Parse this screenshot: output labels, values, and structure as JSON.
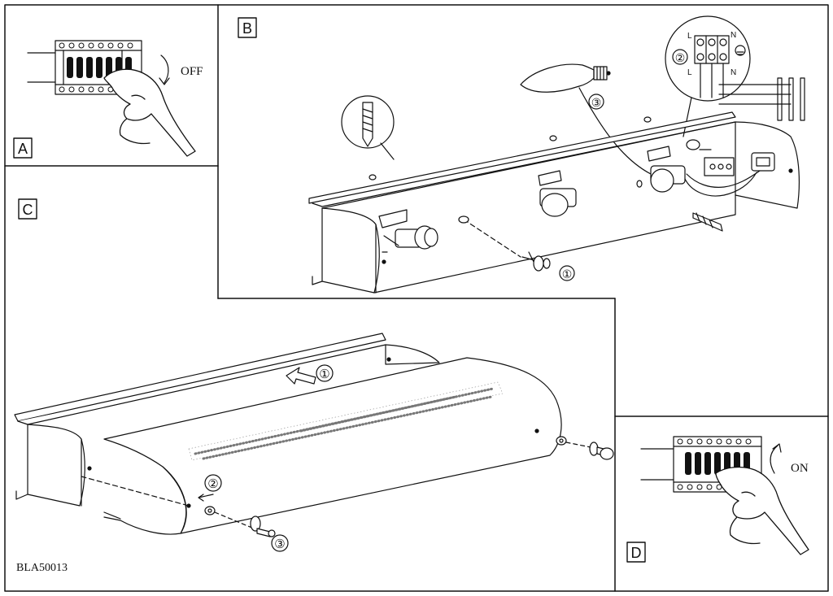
{
  "panels": {
    "a": {
      "label": "A",
      "switch_text": "OFF"
    },
    "b": {
      "label": "B",
      "step1": "①",
      "step2": "②",
      "step3": "③",
      "term_l1": "L",
      "term_n1": "N",
      "term_l2": "L",
      "term_n2": "N"
    },
    "c": {
      "label": "C",
      "step1": "①",
      "step2": "②",
      "step3": "③"
    },
    "d": {
      "label": "D",
      "switch_text": "ON"
    }
  },
  "footer": {
    "code": "BLA50013"
  }
}
